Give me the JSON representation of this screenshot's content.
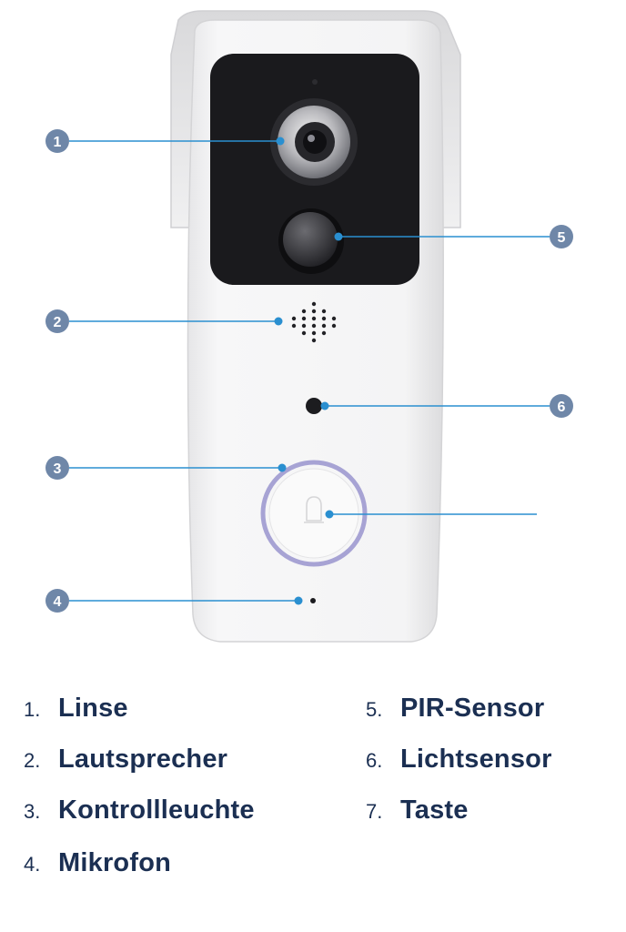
{
  "callouts": [
    {
      "number": "1"
    },
    {
      "number": "2"
    },
    {
      "number": "3"
    },
    {
      "number": "4"
    },
    {
      "number": "5"
    },
    {
      "number": "6"
    }
  ],
  "legend": [
    {
      "number": "1.",
      "label": "Linse"
    },
    {
      "number": "2.",
      "label": "Lautsprecher"
    },
    {
      "number": "3.",
      "label": "Kontrollleuchte"
    },
    {
      "number": "4.",
      "label": "Mikrofon"
    },
    {
      "number": "5.",
      "label": "PIR-Sensor"
    },
    {
      "number": "6.",
      "label": "Lichtsensor"
    },
    {
      "number": "7.",
      "label": "Taste"
    }
  ],
  "colors": {
    "callout_line": "#2a8fd0",
    "callout_badge": "#6f87a8",
    "legend_text": "#1b2f52",
    "ring": "#a7a3d4"
  }
}
